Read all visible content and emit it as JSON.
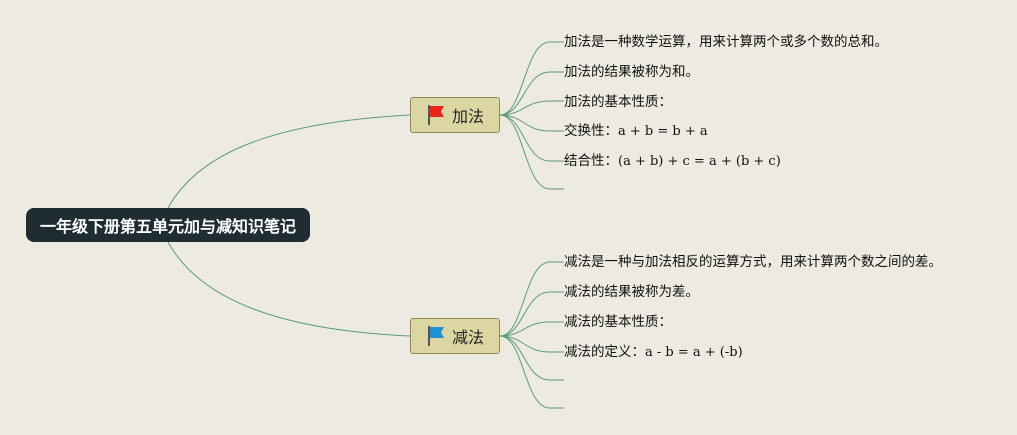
{
  "root": {
    "label": "一年级下册第五单元加与减知识笔记"
  },
  "branches": [
    {
      "label": "加法",
      "flag_color": "#e8271c",
      "leaves": [
        {
          "text": "加法是一种数学运算，用来计算两个或多个数的总和。",
          "formula": ""
        },
        {
          "text": "加法的结果被称为和。",
          "formula": ""
        },
        {
          "text": "加法的基本性质：",
          "formula": ""
        },
        {
          "text": "交换性：",
          "formula": "a + b = b + a"
        },
        {
          "text": "结合性：",
          "formula": "(a + b) + c = a + (b + c)"
        },
        {
          "text": "",
          "formula": ""
        }
      ]
    },
    {
      "label": "减法",
      "flag_color": "#1f8fd6",
      "leaves": [
        {
          "text": "减法是一种与加法相反的运算方式，用来计算两个数之间的差。",
          "formula": ""
        },
        {
          "text": "减法的结果被称为差。",
          "formula": ""
        },
        {
          "text": "减法的基本性质：",
          "formula": ""
        },
        {
          "text": "减法的定义：",
          "formula": "a - b = a + (-b)"
        },
        {
          "text": "",
          "formula": ""
        },
        {
          "text": "",
          "formula": ""
        }
      ]
    }
  ],
  "colors": {
    "connector": "#5e9a7c",
    "background": "#edeae2",
    "root_bg": "#1f2d33",
    "branch_bg": "#dcd6a3"
  }
}
